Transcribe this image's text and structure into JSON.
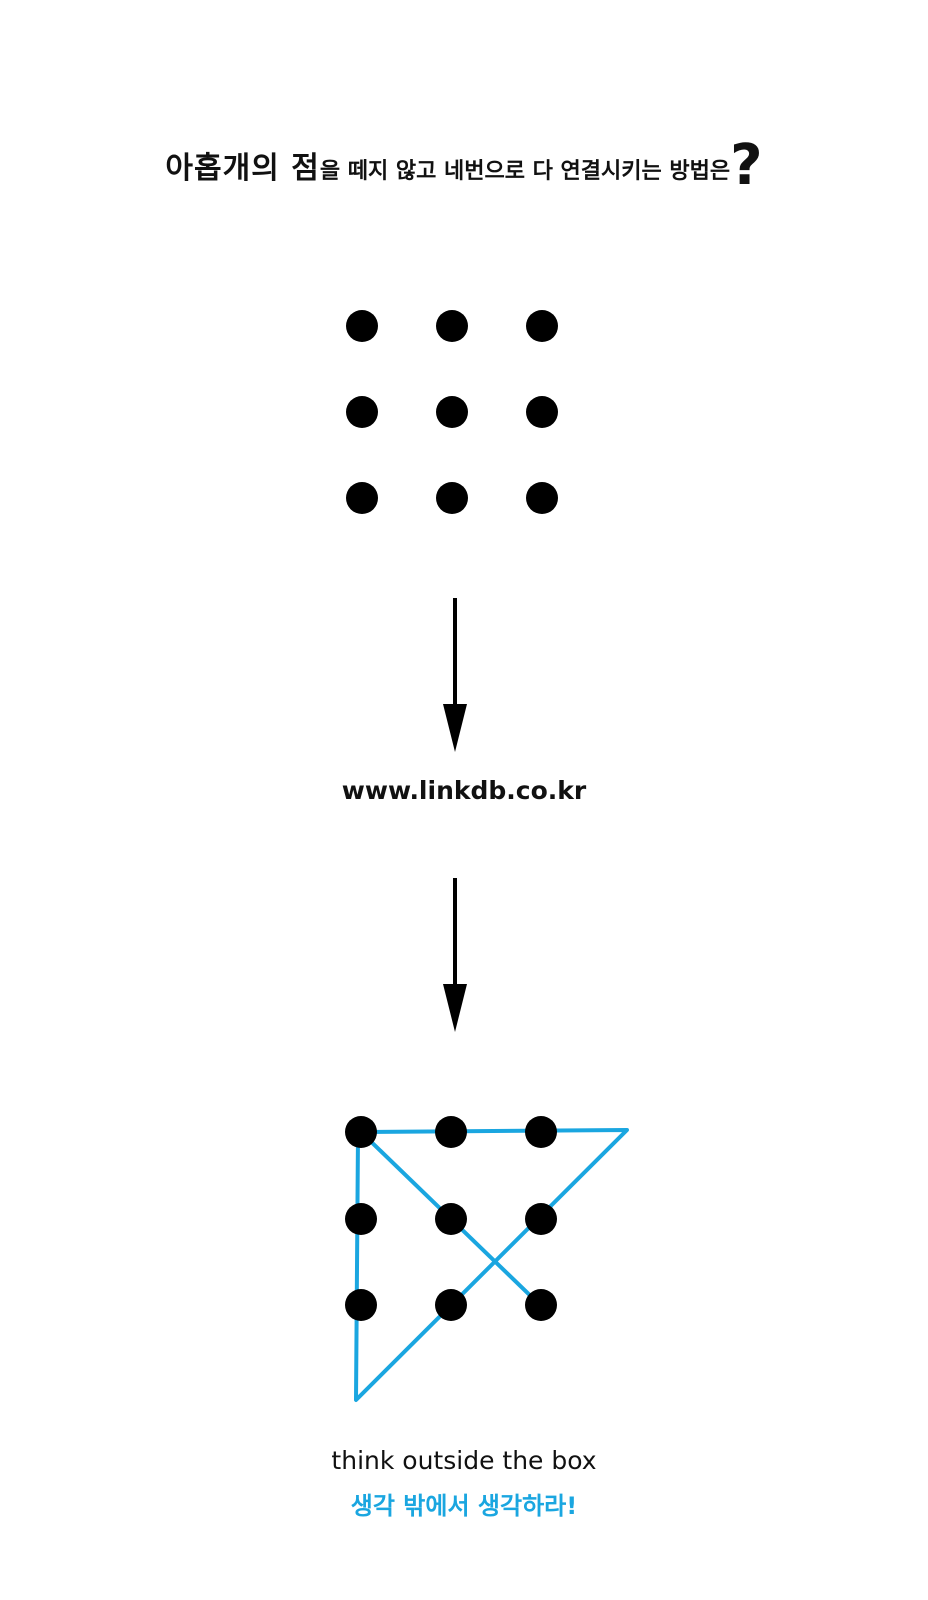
{
  "title": {
    "part1": "아홉개의 점",
    "part2": "을 떼지 않고 네번으로 다 연결시키는 방법은",
    "qmark": "?"
  },
  "url_text": "www.linkdb.co.kr",
  "caption": {
    "english": "think outside the box",
    "korean": "생각 밖에서 생각하라!"
  },
  "colors": {
    "dot": "#000000",
    "arrow": "#000000",
    "solution_line": "#1aa6e0",
    "caption_ko": "#1aa6e0"
  },
  "icons": {
    "down_arrow_1": "down-arrow-icon",
    "down_arrow_2": "down-arrow-icon"
  }
}
